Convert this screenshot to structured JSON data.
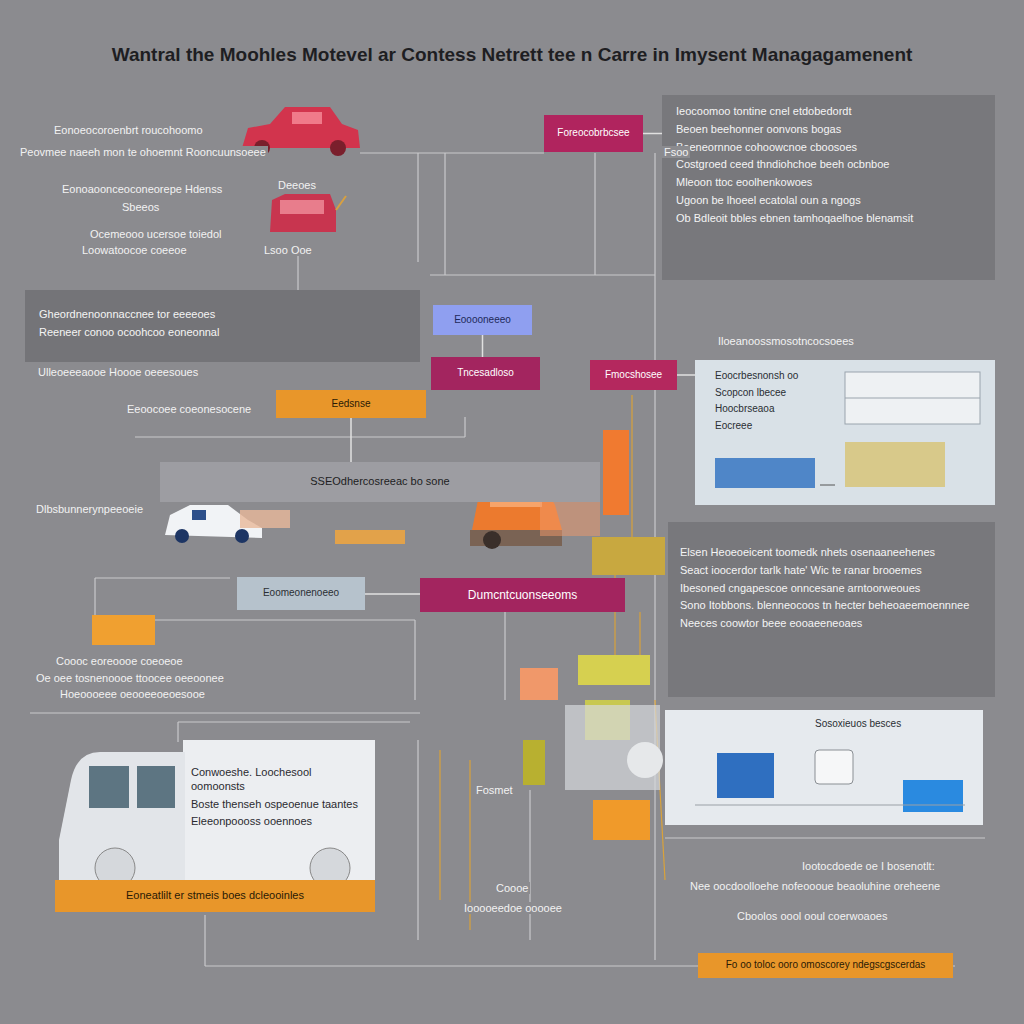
{
  "diagram": {
    "title": "Wantral the Moohles Motevel ar Contess Netrett tee n Carre in Imysent Managagamenent",
    "nodes": [
      {
        "text": [
          "Foreocobrbcsee"
        ]
      },
      {
        "text": [
          "Ieocoomoo tontine cnel etdobedordt",
          "Beoen beehonner oonvons bogas",
          "Beeneornnoe cohoowcnoe cboosoes",
          "Costgroed ceed thndiohchoe beeh ocbnboe",
          "Mleoon ttoc eoolhenkowoes",
          "Ugoon be lhoeel ecatolal oun a ngogs",
          "Ob Bdleoit bbles ebnen tamhoqaelhoe blenamsit"
        ]
      },
      {
        "text": [
          "Gheordnenoonnaccnee tor eeeeoes",
          "Reeneer conoo ocoohcoo eoneonnal"
        ]
      },
      {
        "text": [
          "Eooooneeeo"
        ]
      },
      {
        "text": [
          "Tncesadloso"
        ]
      },
      {
        "text": [
          "Fmocshosee"
        ]
      },
      {
        "text": [
          "Eedsnse"
        ]
      },
      {
        "text": [
          "Eoocrbesnonsh oo",
          "Scopcon lbecee",
          "Hoocbrseaoa",
          "Eocreee"
        ]
      },
      {
        "text": [
          "SSEOdhercosreeac bo sone"
        ]
      },
      {
        "text": [
          "Dumcntcuonseeoms"
        ]
      },
      {
        "text": [
          "Eoomeonenoeeo"
        ]
      },
      {
        "text": [
          "Elsen Heoeoeicent toomedk nhets osenaaneehenes",
          "Seact ioocerdor tarlk hate' Wic te ranar brooemes",
          "Ibesoned cngapescoe onncesane arntoorweoues",
          "Sono Itobbons. blenneocoos tn hecter beheoaeemoennnee",
          "Neeces coowtor beee eooaeeneoaes"
        ]
      },
      {
        "text": [
          "Conwoeshe. Loochesool oomoonsts",
          "Boste thenseh ospeoenue taantes",
          "Eleeonpoooss ooennoes"
        ]
      },
      {
        "text": [
          "Eoneatlilt er stmeis boes dcleooinles"
        ],
        "in": 12
      },
      {
        "text": [
          "Sosoxieuos besces"
        ]
      },
      {
        "text": [
          "Fo oo toloc ooro omoscorey ndegscgscerdas"
        ]
      }
    ],
    "edges": [
      {
        "from": 0,
        "to": 1,
        "arrow": "none"
      },
      {
        "from": 3,
        "to": 4,
        "arrow": "none"
      },
      {
        "from": 5,
        "to": 7,
        "arrow": "none"
      },
      {
        "from": 6,
        "to": 8,
        "arrow": "none"
      },
      {
        "from": 10,
        "to": 9,
        "arrow": "none"
      }
    ],
    "labels": [
      "Eonoeocoroenbrt roucohoomo",
      "Peovmee naeeh mon te ohoemnt Rooncuunsoeee",
      "Eonoaoonceoconeorepe Hdenss",
      "Sbeeos",
      "Ocemeooo ucersoe toiedol",
      "Loowatoocoe coeeoe",
      "Deeoes",
      "Lsoo Ooe",
      "Fsoo",
      "Iloeanoossmosotncocsoees",
      "Ulleoeeeaooe Hoooe oeeesoues",
      "Eeoocoee coeonesocene",
      "Dlbsbunnerynpeeoeie",
      "Coooc eoreoooe coeoeoe",
      "Oe oee tosnenoooe ttoocee oeeoonee",
      "Hoeoooeee oeooeeoeoesooe",
      "Fosmet",
      "Coooe",
      "Iooooeedoe ooooee",
      "Iootocdoede oe I bosenotlt:",
      "Nee oocdoolloehe nofeoooue beaoluhine oreheene",
      "Cboolos oool ooul coerwoaoes"
    ]
  }
}
